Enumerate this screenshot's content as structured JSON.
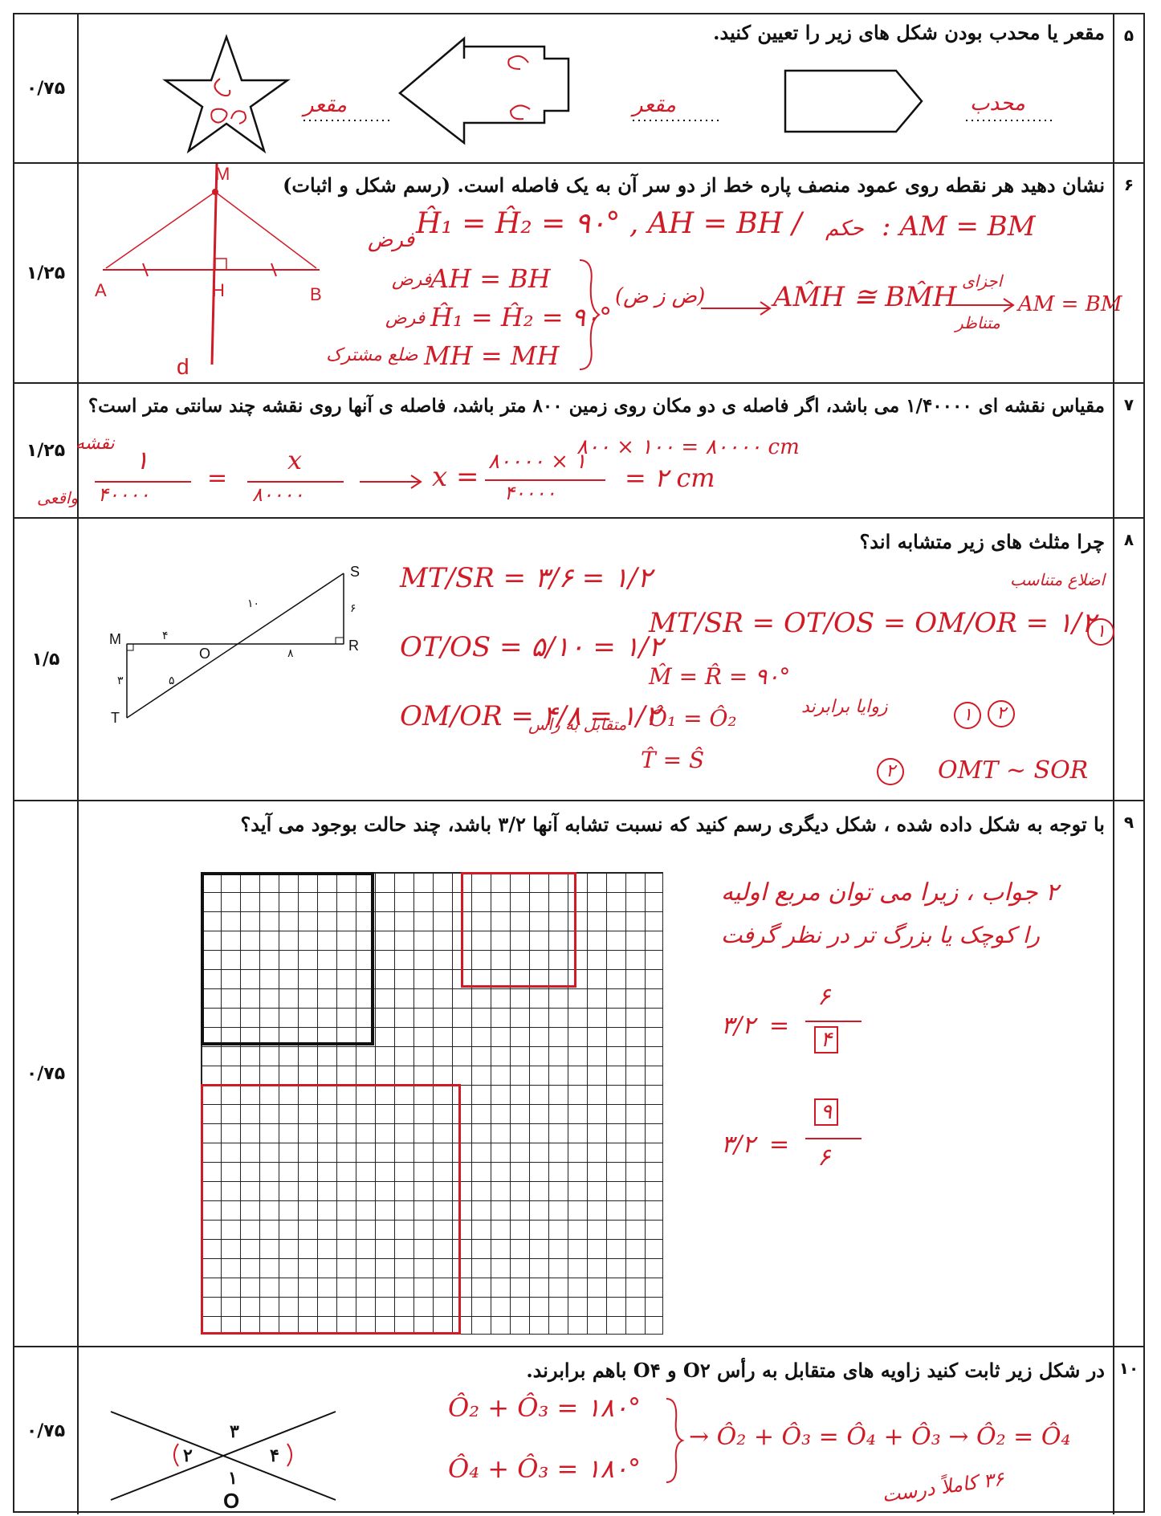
{
  "rows": [
    {
      "num": "۵",
      "score": "۰/۷۵",
      "question": "مقعر یا محدب بودن شکل های زیر را تعیین کنید.",
      "answers": [
        "مقعر",
        "مقعر",
        "محدب"
      ]
    },
    {
      "num": "۶",
      "score": "۱/۲۵",
      "question": "نشان دهید هر نقطه روی عمود منصف پاره خط از دو سر آن به یک فاصله است. (رسم شکل و اثبات)",
      "fig_labels": [
        "M",
        "A",
        "H",
        "B",
        "d"
      ],
      "work": {
        "given_tag": "فرض",
        "given": "Ĥ₁ = Ĥ₂ = ۹۰° , AH = BH /",
        "claim_tag": "حکم",
        "claim": ": AM = BM",
        "l1_tag": "فرض",
        "l1": "AH = BH",
        "l2_tag": "فرض",
        "l2": "Ĥ₁ = Ĥ₂ = ۹۰°",
        "l3_tag": "ضلع مشترک",
        "l3": "MH = MH",
        "case": "(ض ز ض)",
        "congruence": "AM̂H ≅ BM̂H",
        "arrow_top": "اجزای",
        "arrow_bottom": "متناظر",
        "result": "AM = BM"
      }
    },
    {
      "num": "۷",
      "score": "۱/۲۵",
      "question": "مقیاس نقشه ای ۱/۴۰۰۰۰ می باشد، اگر فاصله ی دو مکان روی زمین ۸۰۰ متر باشد، فاصله ی آنها روی نقشه چند سانتی متر است؟",
      "work": {
        "conv": "۸۰۰ × ۱۰۰ = ۸۰۰۰۰ cm",
        "tag_top": "نقشه",
        "tag_bottom": "واقعی",
        "frac1_num": "۱",
        "frac1_den": "۴۰۰۰۰",
        "frac2_num": "x",
        "frac2_den": "۸۰۰۰۰",
        "solve_num": "۸۰۰۰۰ × ۱",
        "solve_den": "۴۰۰۰۰",
        "answer": "= ۲ cm"
      }
    },
    {
      "num": "۸",
      "score": "۱/۵",
      "question": "چرا مثلث های زیر متشابه اند؟",
      "fig_labels": [
        "S",
        "M",
        "O",
        "R",
        "T",
        "۱۰",
        "۶",
        "۴",
        "۸",
        "۳",
        "۵"
      ],
      "work": {
        "r1": "MT/SR = ۳/۶ = ۱/۲",
        "r2": "OT/OS = ۵/۱۰ = ۱/۲",
        "r3": "OM/OR = ۴/۸ = ۱/۲",
        "chain": "MT/SR = OT/OS = OM/OR = ۱/۲",
        "sides_note": "اضلاع متناسب",
        "ang1": "M̂ = R̂ = ۹۰°",
        "ang2_tag": "متقابل به راس",
        "ang2": "Ô₁ = Ô₂",
        "ang3": "T̂ = Ŝ",
        "angles_note": "زوایا برابرند",
        "circles": [
          "۱",
          "۲",
          "۲"
        ],
        "result": "OMT ~ SOR"
      }
    },
    {
      "num": "۹",
      "score": "۰/۷۵",
      "question": "با توجه به شکل داده شده ، شکل دیگری رسم کنید که نسبت تشابه آنها ۳/۲ باشد، چند حالت بوجود می آید؟",
      "work": {
        "note1": "۲ جواب ، زیرا می توان مربع اولیه",
        "note2": "را کوچک یا بزرگ تر در نظر گرفت",
        "eq1_l": "۳/۲",
        "eq1_num": "۶",
        "eq1_den": "۴",
        "eq2_l": "۳/۲",
        "eq2_num": "۹",
        "eq2_den": "۶"
      }
    },
    {
      "num": "۱۰",
      "score": "۰/۷۵",
      "question": "در شکل زیر ثابت کنید زاویه های متقابل به رأس O۲ و O۴ باهم برابرند.",
      "fig_labels": [
        "۳",
        "۲",
        "۴",
        "۱",
        "O"
      ],
      "work": {
        "e1": "Ô₂ + Ô₃ = ۱۸۰°",
        "e2": "Ô₄ + Ô₃ = ۱۸۰°",
        "chain": "→ Ô₂ + Ô₃ = Ô₄ + Ô₃ → Ô₂ = Ô₄",
        "signature": "۳۶ کاملاً درست"
      }
    }
  ]
}
